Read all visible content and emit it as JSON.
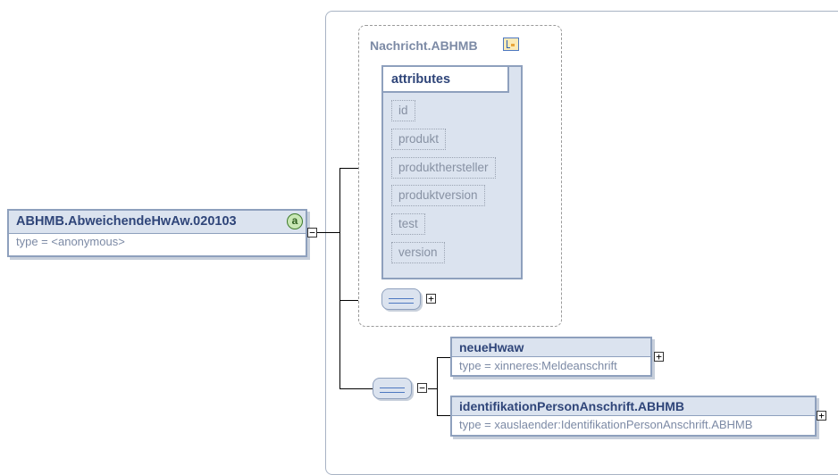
{
  "root": {
    "name": "ABHMB.AbweichendeHwAw.020103",
    "type": "type = <anonymous>",
    "badge": "a"
  },
  "group": {
    "name": "Nachricht.ABHMB",
    "icon": "complex-type-icon"
  },
  "attributes": {
    "title": "attributes",
    "items": [
      "id",
      "produkt",
      "produkthersteller",
      "produktversion",
      "test",
      "version"
    ]
  },
  "children": [
    {
      "name": "neueHwaw",
      "type": "type = xinneres:Meldeanschrift"
    },
    {
      "name": "identifikationPersonAnschrift.ABHMB",
      "type": "type = xauslaender:IdentifikationPersonAnschrift.ABHMB"
    }
  ],
  "toggles": {
    "collapse": "−",
    "expand": "+"
  },
  "colors": {
    "header_fill": "#dbe3ef",
    "border": "#8ea0bd",
    "title_text": "#2f4579",
    "muted_text": "#7c8aa5",
    "badge_fill": "#c9e8b5",
    "icon_fill": "#fbeab6"
  }
}
